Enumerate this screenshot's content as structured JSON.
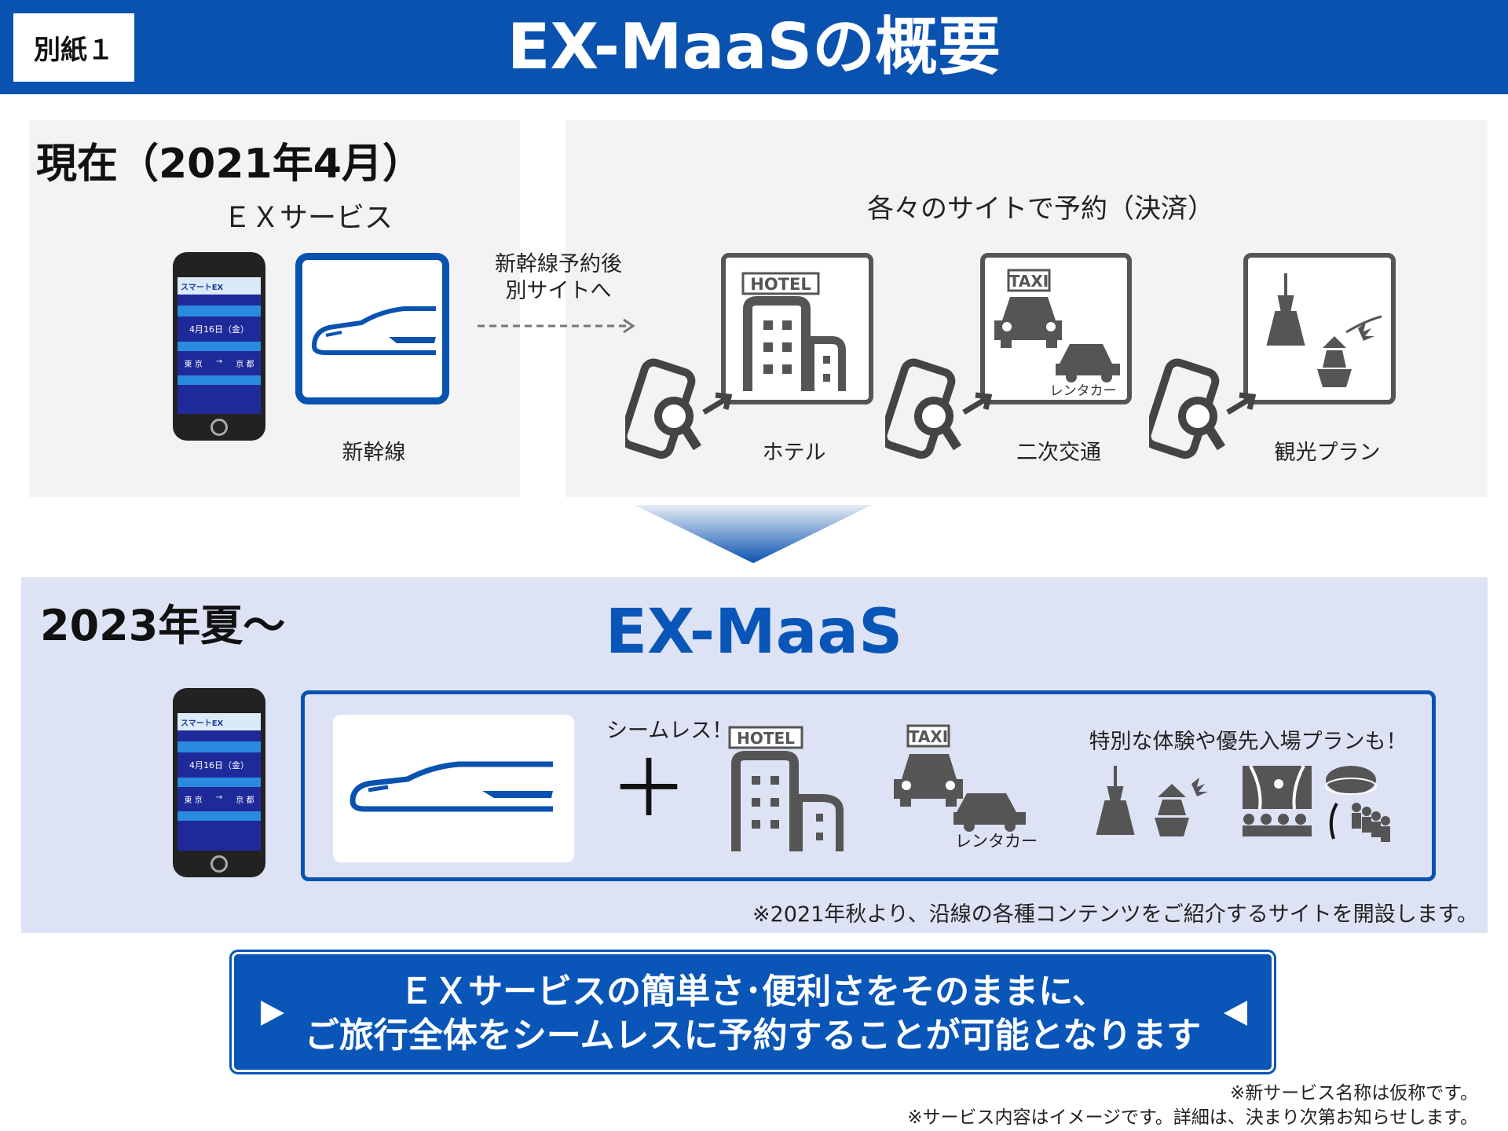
{
  "header": {
    "tag": "別紙１",
    "title": "EX-MaaSの概要"
  },
  "current": {
    "title": "現在（2021年4月）",
    "ex_service_label": "ＥＸサービス",
    "shinkansen_label": "新幹線",
    "transfer_note": [
      "新幹線予約後",
      "別サイトへ"
    ],
    "other_sites_title": "各々のサイトで予約（決済）",
    "services": [
      {
        "label": "ホテル",
        "icon_text": "HOTEL",
        "icon": "hotel-icon"
      },
      {
        "label": "二次交通",
        "icon_text": "TAXI",
        "sub": "レンタカー",
        "icon": "taxi-rentacar-icon"
      },
      {
        "label": "観光プラン",
        "icon": "sightseeing-icon"
      }
    ],
    "phone_screen": {
      "app": "スマートEX",
      "date": "4月16日（金）",
      "from": "東 京",
      "to": "京 都"
    }
  },
  "future": {
    "title": "2023年夏〜",
    "brand": "EX-MaaS",
    "seamless": "シームレス！",
    "plus": "＋",
    "hotel_icon_text": "HOTEL",
    "taxi_icon_text": "TAXI",
    "rentacar": "レンタカー",
    "special": "特別な体験や優先入場プランも！",
    "note": "※2021年秋より、沿線の各種コンテンツをご紹介するサイトを開設します。"
  },
  "banner": {
    "line1": "ＥＸサービスの簡単さ･便利さをそのままに、",
    "line2": "ご旅行全体をシームレスに予約することが可能となります"
  },
  "footnotes": [
    "※新サービス名称は仮称です。",
    "※サービス内容はイメージです。詳細は、決まり次第お知らせします。"
  ],
  "colors": {
    "brand_blue": "#0a52b0",
    "panel_gray": "#f3f3f3",
    "panel_lavender": "#dde3f5",
    "icon_gray": "#555555"
  }
}
